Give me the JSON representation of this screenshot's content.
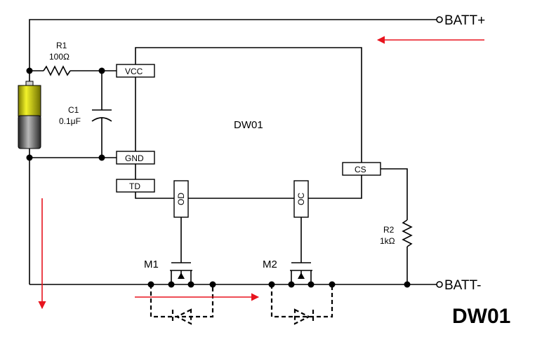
{
  "terminals": {
    "batt_plus": "BATT+",
    "batt_minus": "BATT-"
  },
  "chip": {
    "name": "DW01"
  },
  "pins": {
    "vcc": "VCC",
    "gnd": "GND",
    "td": "TD",
    "cs": "CS",
    "od": "OD",
    "oc": "OC"
  },
  "components": {
    "r1": {
      "name": "R1",
      "value": "100Ω"
    },
    "c1": {
      "name": "C1",
      "value": "0.1μF"
    },
    "r2": {
      "name": "R2",
      "value": "1kΩ"
    },
    "m1": {
      "name": "M1"
    },
    "m2": {
      "name": "M2"
    }
  },
  "footer_title": "DW01",
  "colors": {
    "arrow": "#e8141e",
    "battery_top": "#e6e61a",
    "battery_body": "#8c8c8c"
  }
}
